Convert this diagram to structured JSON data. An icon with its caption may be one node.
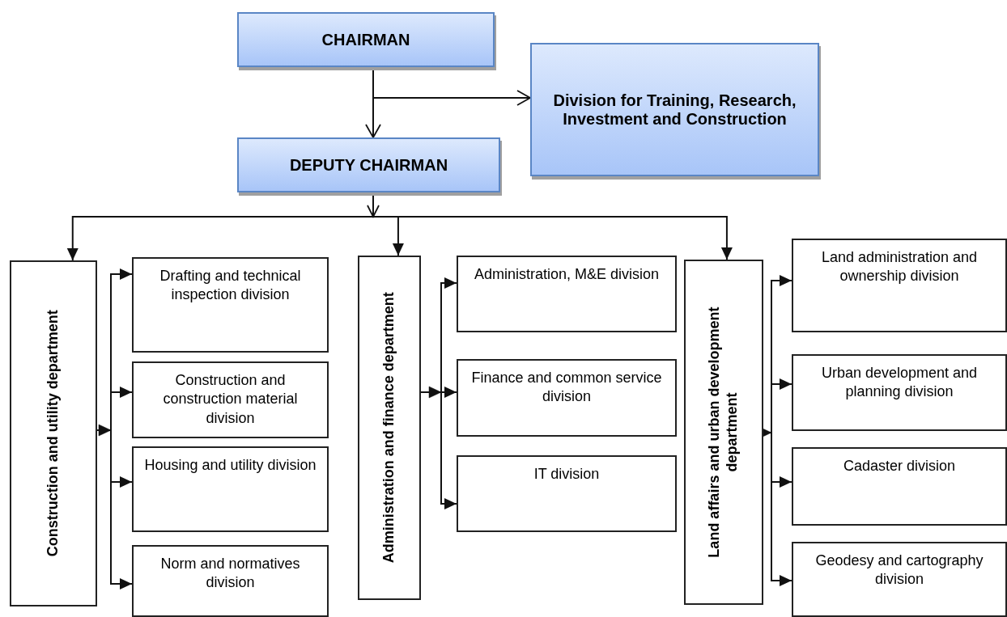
{
  "diagram": {
    "nodes": [
      {
        "text": [
          "CHAIRMAN"
        ]
      },
      {
        "text": [
          "Division for Training, Research, Investment and Construction"
        ]
      },
      {
        "text": [
          "DEPUTY CHAIRMAN"
        ]
      },
      {
        "text": [
          "Construction and utility department"
        ]
      },
      {
        "text": [
          "Drafting and technical inspection division"
        ]
      },
      {
        "text": [
          "Construction and construction material division"
        ]
      },
      {
        "text": [
          "Housing and utility division"
        ]
      },
      {
        "text": [
          "Norm and normatives division"
        ]
      },
      {
        "text": [
          "Administration and finance department"
        ]
      },
      {
        "text": [
          "Administration, M&E division"
        ]
      },
      {
        "text": [
          "Finance and common service division"
        ]
      },
      {
        "text": [
          "IT division"
        ]
      },
      {
        "text": [
          "Land affairs and urban development department"
        ]
      },
      {
        "text": [
          "Land administration and ownership division"
        ]
      },
      {
        "text": [
          "Urban development and planning division"
        ]
      },
      {
        "text": [
          "Cadaster division"
        ]
      },
      {
        "text": [
          "Geodesy and cartography division"
        ]
      }
    ],
    "edges": [
      {
        "from": 0,
        "to": 2,
        "arrow": "to"
      },
      {
        "from": 0,
        "to": 1,
        "arrow": "to"
      },
      {
        "from": 2,
        "to": 3,
        "arrow": "to"
      },
      {
        "from": 2,
        "to": 8,
        "arrow": "to"
      },
      {
        "from": 2,
        "to": 12,
        "arrow": "to"
      },
      {
        "from": 3,
        "to": 4,
        "arrow": "to"
      },
      {
        "from": 3,
        "to": 5,
        "arrow": "to"
      },
      {
        "from": 3,
        "to": 6,
        "arrow": "to"
      },
      {
        "from": 3,
        "to": 7,
        "arrow": "to"
      },
      {
        "from": 8,
        "to": 9,
        "arrow": "to"
      },
      {
        "from": 8,
        "to": 10,
        "arrow": "to"
      },
      {
        "from": 8,
        "to": 11,
        "arrow": "to"
      },
      {
        "from": 12,
        "to": 13,
        "arrow": "to"
      },
      {
        "from": 12,
        "to": 14,
        "arrow": "to"
      },
      {
        "from": 12,
        "to": 15,
        "arrow": "to"
      },
      {
        "from": 12,
        "to": 16,
        "arrow": "to"
      }
    ]
  }
}
